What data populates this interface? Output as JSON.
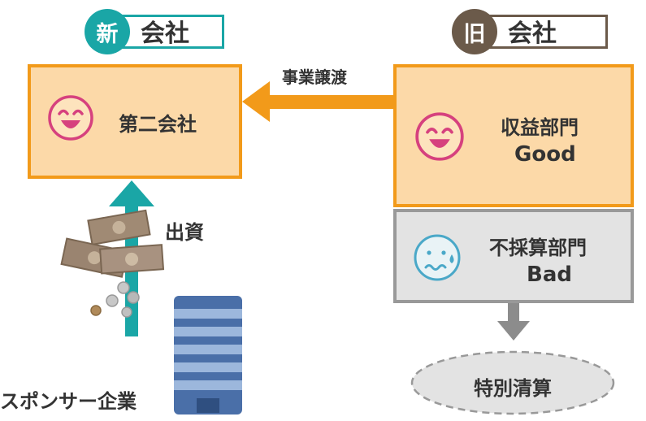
{
  "new_company": {
    "badge": "新",
    "label": "会社",
    "box_name": "第二会社"
  },
  "old_company": {
    "badge": "旧",
    "label": "会社",
    "profit_division": "収益部門",
    "profit_status": "Good",
    "loss_division": "不採算部門",
    "loss_status": "Bad"
  },
  "transfer_label": "事業譲渡",
  "investment_label": "出資",
  "sponsor_label": "スポンサー企業",
  "liquidation_label": "特別清算",
  "colors": {
    "teal": "#1aa6a6",
    "brown": "#6b5a4a",
    "orange": "#f29a1a",
    "box_fill": "#fcd9a8",
    "gray_fill": "#e3e3e3",
    "gray_border": "#999999",
    "smile_pink": "#d6417e",
    "sad_blue": "#4aa8c8"
  }
}
